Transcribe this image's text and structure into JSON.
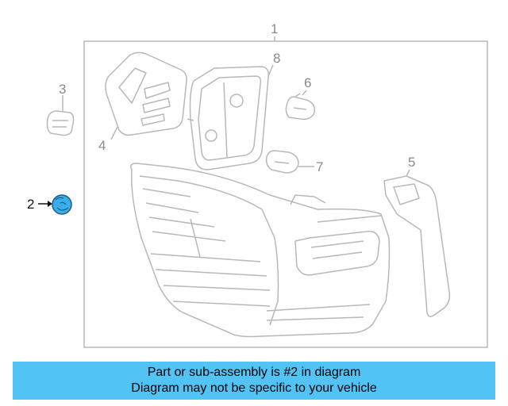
{
  "diagram": {
    "callouts": {
      "c1": "1",
      "c2": "2",
      "c3": "3",
      "c4": "4",
      "c5": "5",
      "c6": "6",
      "c7": "7",
      "c8": "8"
    },
    "highlight_color": "#3aaee8",
    "line_color": "#b8b8b8"
  },
  "banner": {
    "line1": "Part or sub-assembly is #2 in diagram",
    "line2": "Diagram may not be specific to your vehicle",
    "background": "#52c3f5"
  }
}
